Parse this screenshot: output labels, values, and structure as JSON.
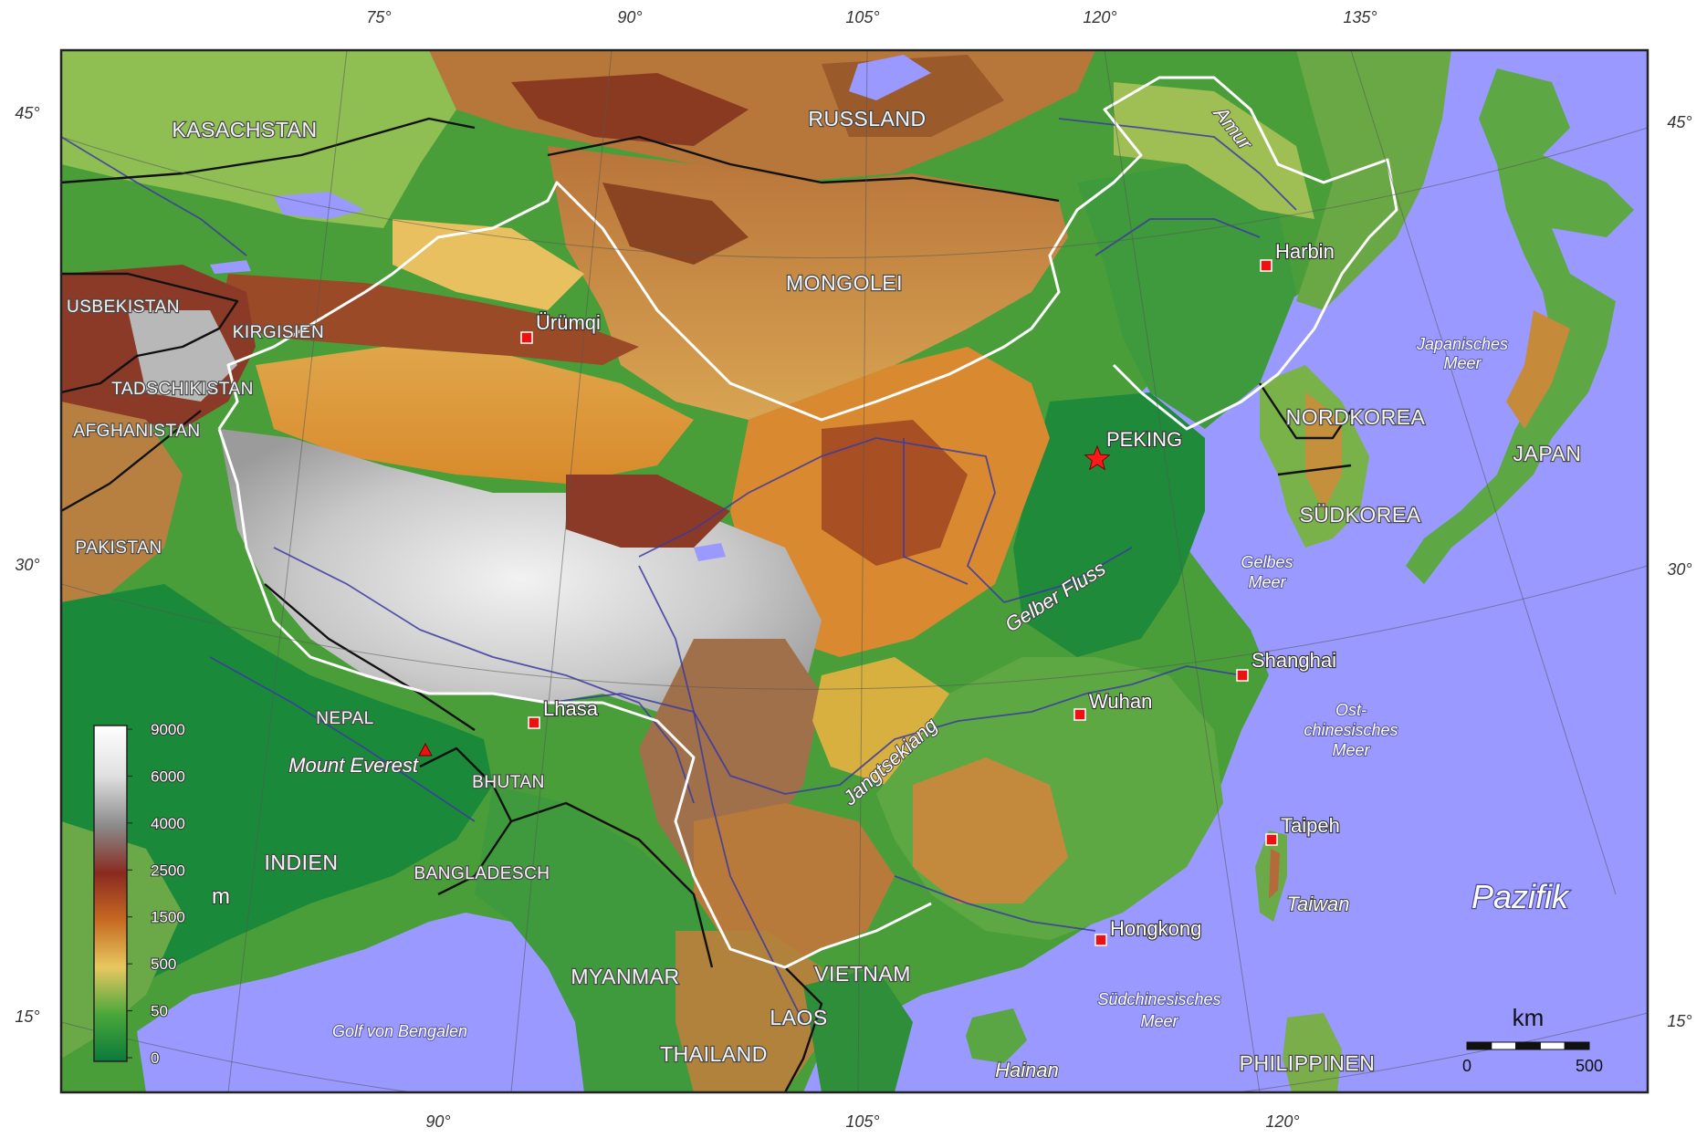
{
  "colors": {
    "sea": "#9999ff",
    "lowland": "#1f8f3a",
    "plain": "#5fb345",
    "hills": "#d9b24a",
    "mountain": "#b86a2a",
    "highmountain": "#7a2a1a",
    "plateau": "#a8a8a8",
    "snow": "#f2f2f2",
    "capital_marker": "#ff1a1a",
    "city_marker": "#ee1111",
    "china_border": "#ffffff",
    "intl_border": "#111111"
  },
  "frame_ticks": {
    "top": [
      "75°",
      "90°",
      "105°",
      "120°",
      "135°"
    ],
    "bottom": [
      "90°",
      "105°",
      "120°"
    ],
    "left": [
      "45°",
      "30°",
      "15°"
    ],
    "right": [
      "45°",
      "30°",
      "15°"
    ]
  },
  "countries": [
    {
      "id": "kasachstan",
      "label": "KASACHSTAN"
    },
    {
      "id": "russland",
      "label": "RUSSLAND"
    },
    {
      "id": "mongolei",
      "label": "MONGOLEI"
    },
    {
      "id": "usbekistan",
      "label": "USBEKISTAN"
    },
    {
      "id": "kirgisien",
      "label": "KIRGISIEN"
    },
    {
      "id": "tadschikistan",
      "label": "TADSCHIKISTAN"
    },
    {
      "id": "afghanistan",
      "label": "AFGHANISTAN"
    },
    {
      "id": "pakistan",
      "label": "PAKISTAN"
    },
    {
      "id": "nepal",
      "label": "NEPAL"
    },
    {
      "id": "bhutan",
      "label": "BHUTAN"
    },
    {
      "id": "indien",
      "label": "INDIEN"
    },
    {
      "id": "bangladesch",
      "label": "BANGLADESCH"
    },
    {
      "id": "myanmar",
      "label": "MYANMAR"
    },
    {
      "id": "vietnam",
      "label": "VIETNAM"
    },
    {
      "id": "laos",
      "label": "LAOS"
    },
    {
      "id": "thailand",
      "label": "THAILAND"
    },
    {
      "id": "nordkorea",
      "label": "NORDKOREA"
    },
    {
      "id": "suedkorea",
      "label": "SÜDKOREA"
    },
    {
      "id": "japan",
      "label": "JAPAN"
    },
    {
      "id": "philippinen",
      "label": "PHILIPPINEN"
    }
  ],
  "cities": [
    {
      "id": "harbin",
      "label": "Harbin",
      "capital": false
    },
    {
      "id": "urumqi",
      "label": "Ürümqi",
      "capital": false
    },
    {
      "id": "peking",
      "label": "PEKING",
      "capital": true
    },
    {
      "id": "shanghai",
      "label": "Shanghai",
      "capital": false
    },
    {
      "id": "wuhan",
      "label": "Wuhan",
      "capital": false
    },
    {
      "id": "lhasa",
      "label": "Lhasa",
      "capital": false
    },
    {
      "id": "taipeh",
      "label": "Taipeh",
      "capital": false
    },
    {
      "id": "hongkong",
      "label": "Hongkong",
      "capital": false
    },
    {
      "id": "mount-everest",
      "label": "Mount Everest",
      "capital": false
    }
  ],
  "water_labels": {
    "japanisches_meer": [
      "Japanisches",
      "Meer"
    ],
    "gelbes_meer": [
      "Gelbes",
      "Meer"
    ],
    "ostchinesisches_meer": [
      "Ost-",
      "chinesisches",
      "Meer"
    ],
    "suedchinesisches_meer": [
      "Südchinesisches",
      "Meer"
    ],
    "golf_von_bengalen": "Golf von Bengalen",
    "pazifik": "Pazifik"
  },
  "rivers": {
    "amur": "Amur",
    "gelber_fluss": "Gelber Fluss",
    "jangtsekiang": "Jangtsekiang"
  },
  "islands": {
    "taiwan": "Taiwan",
    "hainan": "Hainan"
  },
  "legend": {
    "unit": "m",
    "levels": [
      "9000",
      "6000",
      "4000",
      "2500",
      "1500",
      "500",
      "50",
      "0"
    ],
    "colors": [
      "#ffffff",
      "#d8d8d8",
      "#8a8a8a",
      "#8a2a20",
      "#c66a22",
      "#e8c860",
      "#4aa83a",
      "#0a7a3a"
    ]
  },
  "scale_bar": {
    "unit": "km",
    "start": "0",
    "end": "500"
  }
}
